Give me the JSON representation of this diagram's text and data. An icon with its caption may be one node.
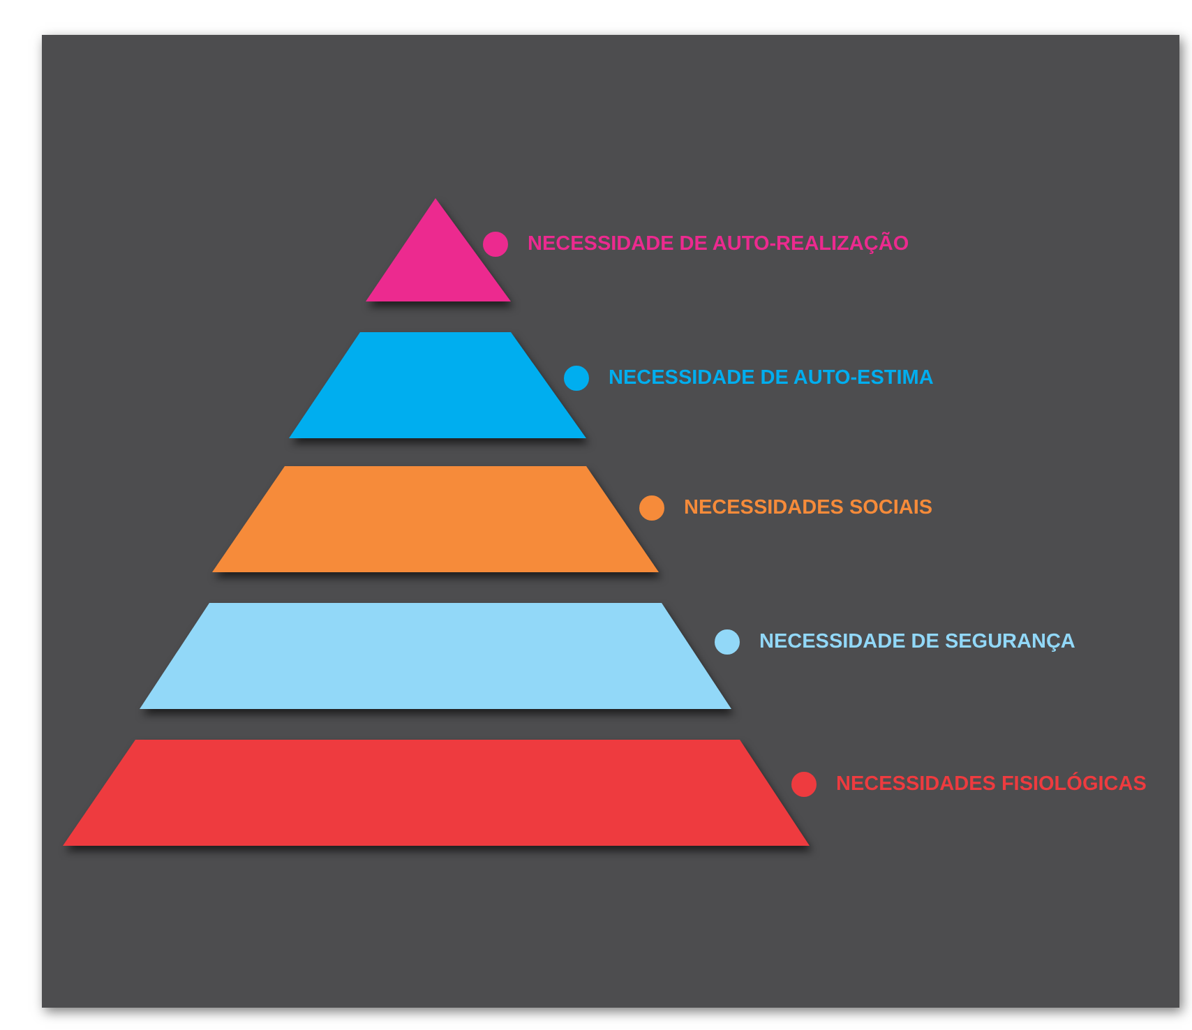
{
  "diagram": {
    "nodes": [
      {
        "text": [],
        "shape": "triangle"
      },
      {
        "text": [],
        "shape": "trapezoid"
      },
      {
        "text": [],
        "shape": "trapezoid"
      },
      {
        "text": [],
        "shape": "trapezoid"
      },
      {
        "text": [],
        "shape": "trapezoid"
      }
    ],
    "legend": [
      {
        "text": "NECESSIDADE DE AUTO-REALIZAÇÃO",
        "color": "#ec2a8f"
      },
      {
        "text": "NECESSIDADE DE AUTO-ESTIMA",
        "color": "#00aeef"
      },
      {
        "text": "NECESSIDADES SOCIAIS",
        "color": "#f68b3a"
      },
      {
        "text": "NECESSIDADE DE SEGURANÇA",
        "color": "#92d8f8"
      },
      {
        "text": "NECESSIDADES FISIOLÓGICAS",
        "color": "#ee3b3f"
      }
    ]
  }
}
